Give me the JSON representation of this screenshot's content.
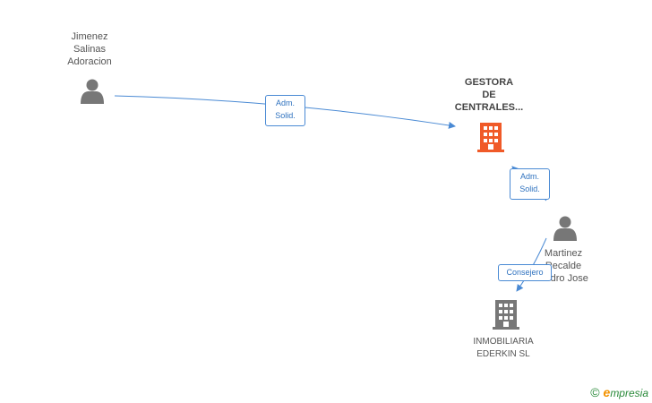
{
  "nodes": {
    "jimenez": {
      "type": "person",
      "lines": [
        "Jimenez",
        "Salinas",
        "Adoracion"
      ]
    },
    "gestora": {
      "type": "company-highlight",
      "lines": [
        "GESTORA",
        "DE",
        "CENTRALES..."
      ]
    },
    "martinez": {
      "type": "person",
      "lines": [
        "Martinez",
        "Recalde",
        "Pedro Jose"
      ]
    },
    "inmobiliaria": {
      "type": "company",
      "lines": [
        "INMOBILIARIA",
        "EDERKIN SL"
      ]
    }
  },
  "edges": {
    "jimenez_gestora": {
      "lines": [
        "Adm.",
        "Solid."
      ]
    },
    "martinez_gestora": {
      "lines": [
        "Adm.",
        "Solid."
      ]
    },
    "martinez_inmobiliaria": {
      "lines": [
        "Consejero"
      ]
    }
  },
  "colors": {
    "edge": "#4a8ad4",
    "person_icon": "#777777",
    "company_highlight": "#f05a28",
    "company": "#777777"
  },
  "watermark": {
    "copyright": "©",
    "brand_initial": "e",
    "brand_rest": "mpresia"
  }
}
